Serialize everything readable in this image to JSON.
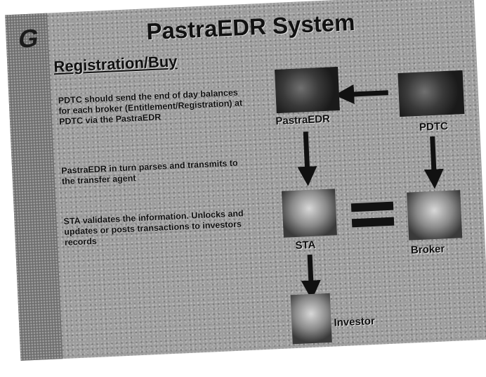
{
  "slide": {
    "logo_glyph": "G",
    "title": "PastraEDR System",
    "subtitle": "Registration/Buy",
    "bullets": [
      "PDTC should send the end of day balances for each broker (Entitlement/Registration) at PDTC via the PastraEDR",
      "PastraEDR in turn parses and transmits to the transfer agent",
      "STA validates the information. Unlocks and updates or posts transactions to investors records"
    ]
  },
  "diagram": {
    "nodes": {
      "pastraedr": "PastraEDR",
      "pdtc": "PDTC",
      "sta": "STA",
      "broker": "Broker",
      "investor": "Investor"
    },
    "edges": [
      {
        "from": "PDTC",
        "to": "PastraEDR"
      },
      {
        "from": "PastraEDR",
        "to": "STA"
      },
      {
        "from": "PDTC",
        "to": "Broker"
      },
      {
        "from": "STA",
        "to": "Investor"
      }
    ],
    "equals_between": [
      "STA",
      "Broker"
    ]
  }
}
